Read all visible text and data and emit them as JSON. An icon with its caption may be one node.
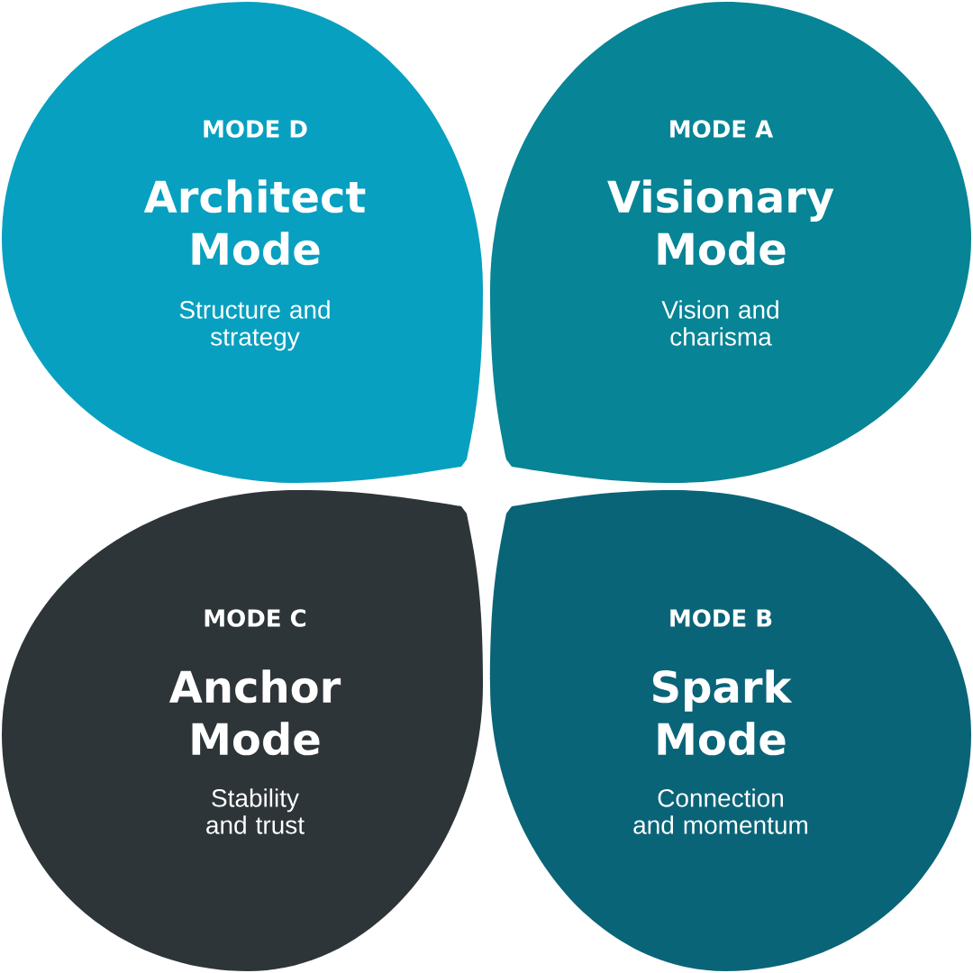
{
  "diagram": {
    "nodes": [
      {
        "text": [
          "MODE D",
          "Architect Mode",
          "Structure and strategy"
        ]
      },
      {
        "text": [
          "MODE A",
          "Visionary Mode",
          "Vision and charisma"
        ]
      },
      {
        "text": [
          "MODE C",
          "Anchor Mode",
          "Stability and trust"
        ]
      },
      {
        "text": [
          "MODE B",
          "Spark Mode",
          "Connection and momentum"
        ]
      }
    ]
  }
}
